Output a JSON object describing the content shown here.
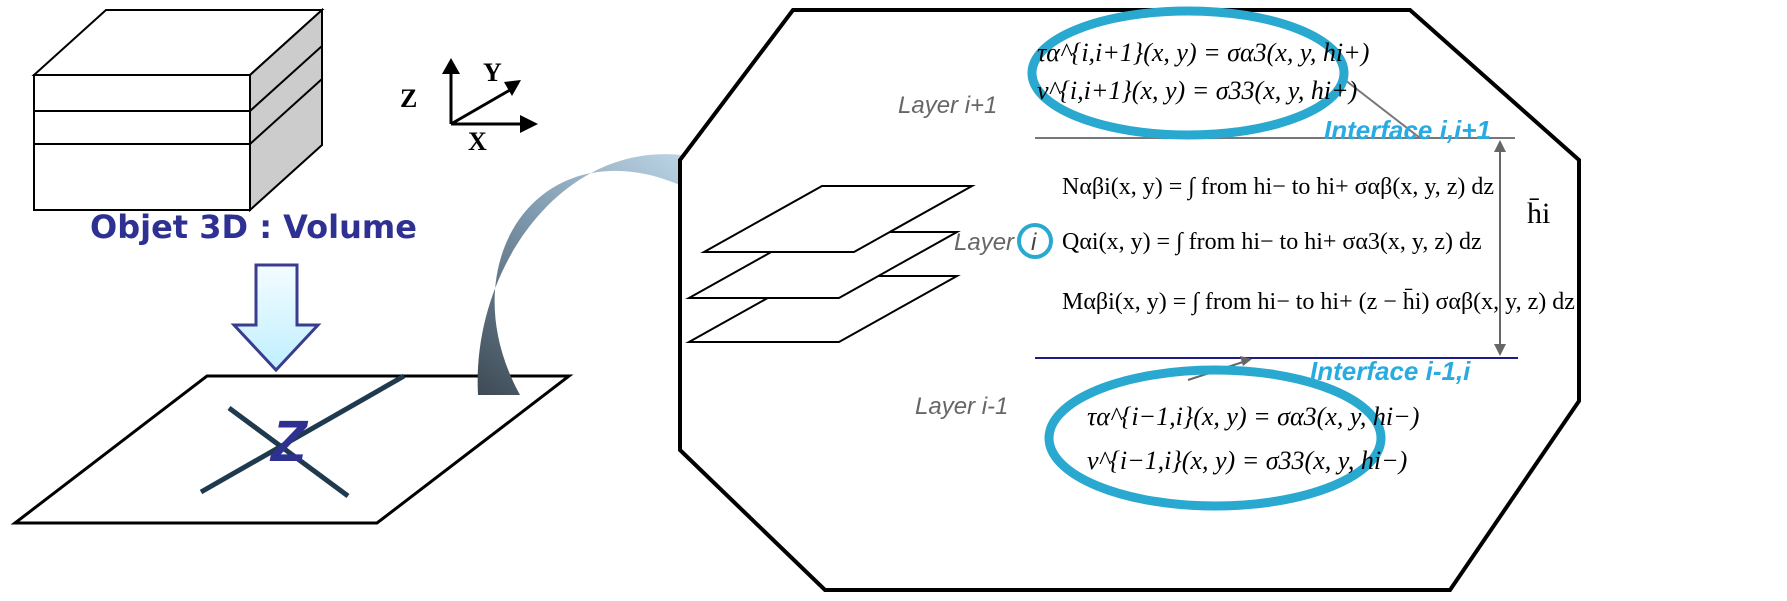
{
  "left": {
    "title": "Objet 3D : Volume",
    "axes": {
      "z": "Z",
      "y": "Y",
      "x": "X"
    },
    "plate_label": "Z"
  },
  "right": {
    "layers": {
      "upper": "Layer i+1",
      "middle": "Layer",
      "middle_index": "i",
      "lower": "Layer i-1"
    },
    "interfaces": {
      "upper": "Interface i,i+1",
      "lower": "Interface i-1,i"
    },
    "thickness_label": "h̄i",
    "top_equations": [
      "τα^{i,i+1}(x, y) = σα3(x, y, hi+)",
      "ν^{i,i+1}(x, y) = σ33(x, y, hi+)"
    ],
    "resultant_equations": [
      "Nαβi(x, y) = ∫ from hi− to hi+ σαβ(x, y, z) dz",
      "Qαi(x, y) = ∫ from hi− to hi+ σα3(x, y, z) dz",
      "Mαβi(x, y) = ∫ from hi− to hi+ (z − h̄i) σαβ(x, y, z) dz"
    ],
    "bottom_equations": [
      "τα^{i−1,i}(x, y) = σα3(x, y, hi−)",
      "ν^{i−1,i}(x, y) = σ33(x, y, hi−)"
    ]
  },
  "colors": {
    "title": "#2E3192",
    "ellipse": "#29A8D0",
    "interface": "#29ABE2",
    "layer_text": "#666666"
  }
}
